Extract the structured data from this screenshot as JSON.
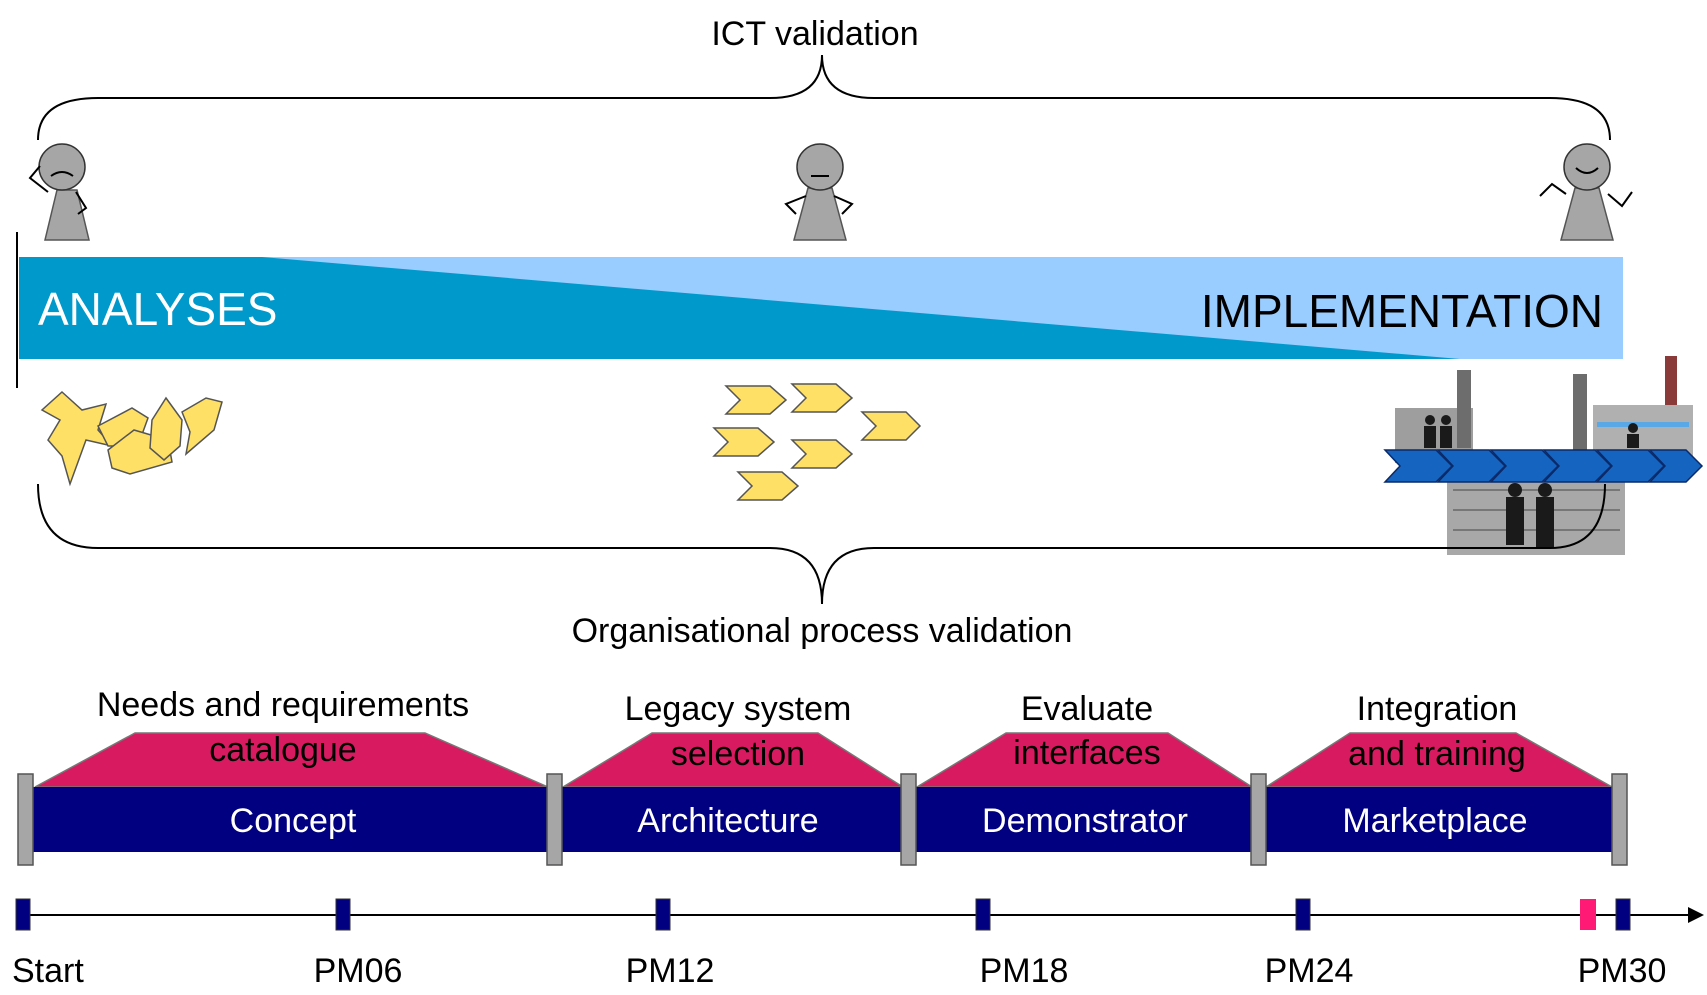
{
  "top_label": "ICT validation",
  "bottom_label": "Organisational process validation",
  "band": {
    "left_label": "ANALYSES",
    "right_label": "IMPLEMENTATION",
    "color_dark": "#0099cc",
    "color_light": "#99ccff"
  },
  "figures": [
    {
      "name": "unhappy-figure-icon",
      "mood": "unhappy"
    },
    {
      "name": "neutral-figure-icon",
      "mood": "neutral"
    },
    {
      "name": "happy-figure-icon",
      "mood": "happy"
    }
  ],
  "phases": [
    {
      "bar": "Concept",
      "top_line1": "Needs and requirements",
      "top_line2": "catalogue"
    },
    {
      "bar": "Architecture",
      "top_line1": "Legacy system",
      "top_line2": "selection"
    },
    {
      "bar": "Demonstrator",
      "top_line1": "Evaluate",
      "top_line2": "interfaces"
    },
    {
      "bar": "Marketplace",
      "top_line1": "Integration",
      "top_line2": "and training"
    }
  ],
  "milestones": [
    "Start",
    "PM06",
    "PM12",
    "PM18",
    "PM24",
    "PM30"
  ],
  "colors": {
    "phase_bar": "#000080",
    "trapezoid": "#d81b60",
    "separator": "#a6a6a6",
    "arrow_shape": "#ffe066",
    "process_chevron": "#1565c0",
    "marker_highlight": "#ff1a75"
  }
}
